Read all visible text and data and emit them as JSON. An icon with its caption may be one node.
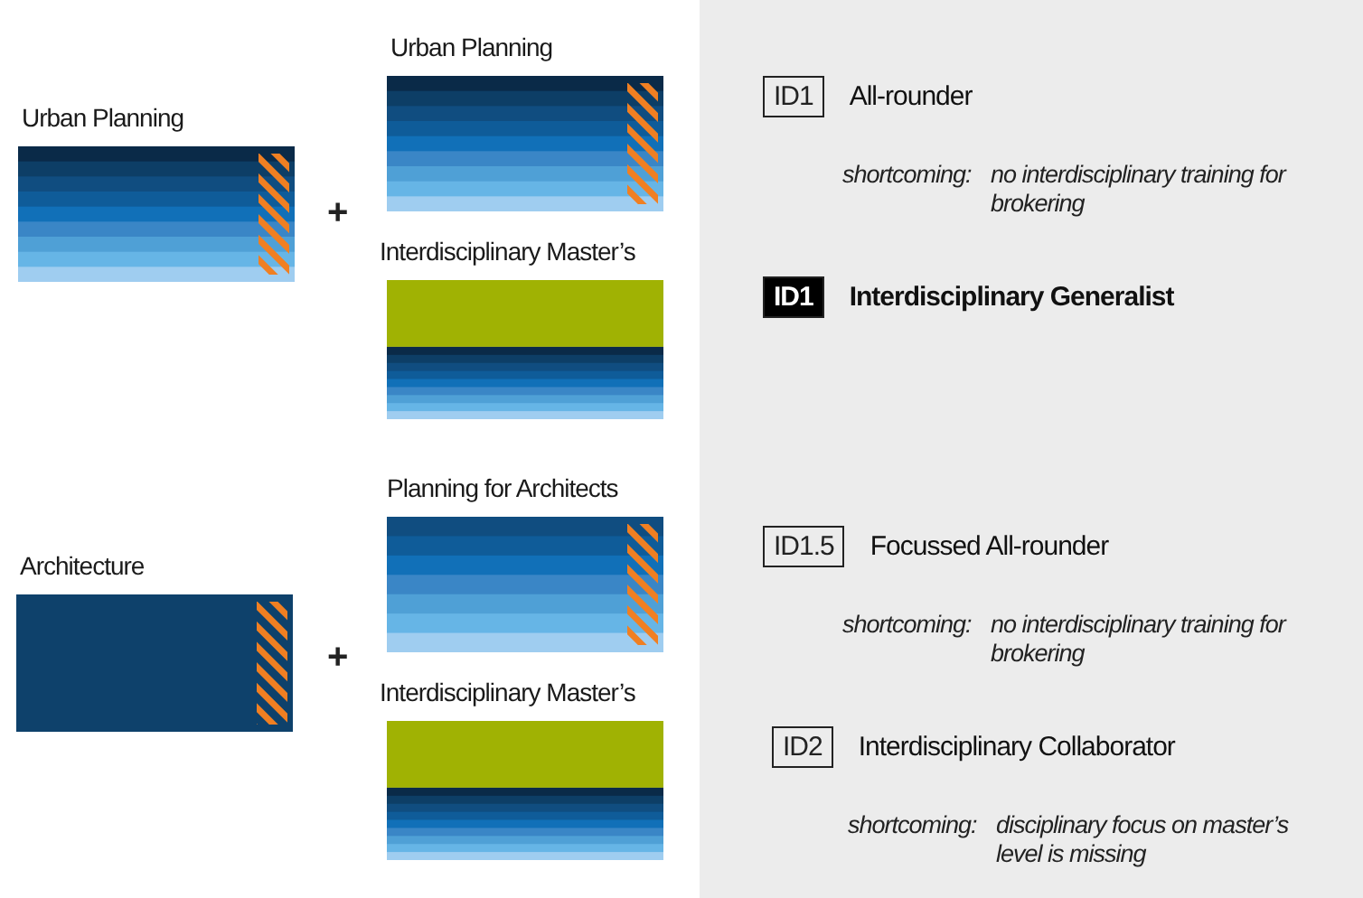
{
  "diagram": {
    "nodes": [
      {
        "text": [
          "Urban Planning"
        ]
      },
      {
        "text": [
          "Urban Planning"
        ]
      },
      {
        "text": [
          "Interdisciplinary Master’s"
        ]
      },
      {
        "text": [
          "Architecture"
        ]
      },
      {
        "text": [
          "Planning for Architects"
        ]
      },
      {
        "text": [
          "Interdisciplinary Master’s"
        ]
      },
      {
        "text": [],
        "shape": "box"
      },
      {
        "text": [
          "ID1"
        ],
        "beside": [
          "All-rounder"
        ],
        "in": 6
      },
      {
        "text": [
          "ID1"
        ],
        "beside": [
          "Interdisciplinary Generalist"
        ],
        "in": 6
      },
      {
        "text": [
          "ID1.5"
        ],
        "beside": [
          "Focussed All-rounder"
        ],
        "in": 6
      },
      {
        "text": [
          "ID2"
        ],
        "beside": [
          "Interdisciplinary Collaborator"
        ],
        "in": 6
      }
    ],
    "labels": [
      "+",
      "+",
      "shortcoming:",
      "no interdisciplinary training for brokering",
      "shortcoming:",
      "no interdisciplinary training for brokering",
      "shortcoming:",
      "disciplinary focus on master’s level is missing"
    ]
  }
}
